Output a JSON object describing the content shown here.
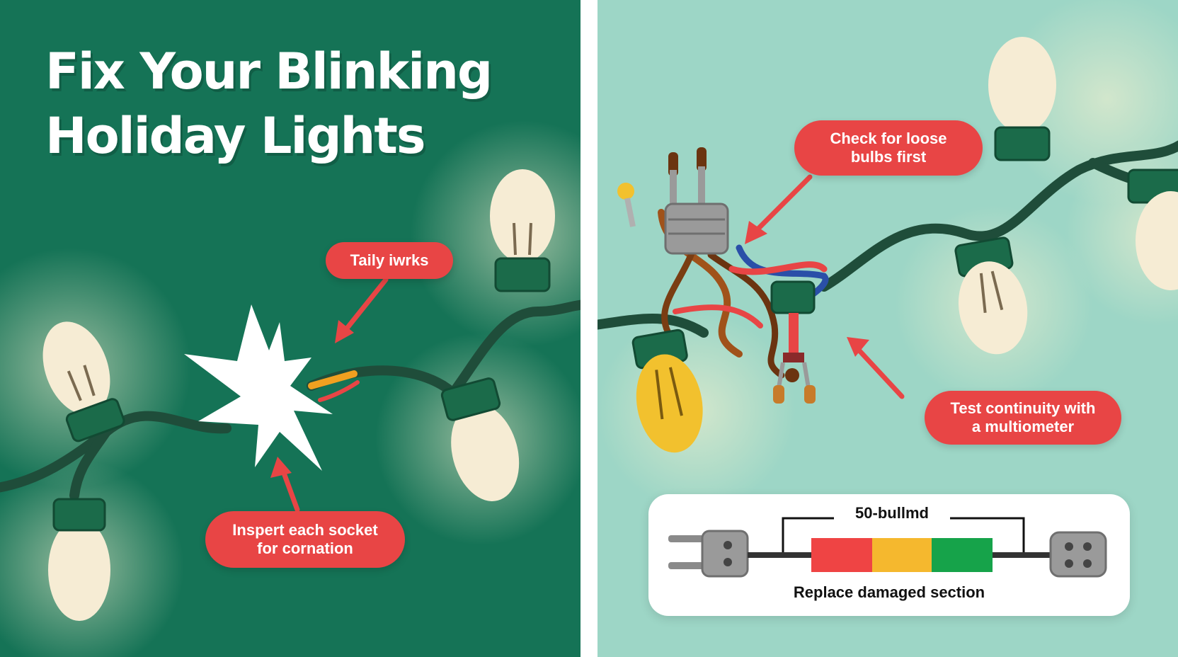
{
  "title": {
    "line1": "Fix Your Blinking",
    "line2": "Holiday Lights"
  },
  "callouts": {
    "loose_bulbs": {
      "line1": "Check for loose",
      "line2": "bulbs first"
    },
    "taily_works": {
      "line1": "Taily iwrks"
    },
    "inspect_socket": {
      "line1": "Inspert each socket",
      "line2": "for cornation"
    },
    "continuity": {
      "line1": "Test continuity with",
      "line2": "a multiometer"
    }
  },
  "replace_card": {
    "top_label": "50-bullmd",
    "caption": "Replace damaged section"
  },
  "colors": {
    "left_bg": "#157356",
    "right_bg": "#9dd6c6",
    "callout": "#e84545",
    "wire": "#1f4d3a",
    "socket": "#1b6b4a",
    "bulb": "#f6ecd4",
    "bulb_lit": "#f2c12e",
    "segment_red": "#ef4444",
    "segment_yellow": "#f5b82e",
    "segment_green": "#16a34a"
  },
  "icons": [
    "bulb-icon",
    "plug-icon",
    "broken-wire-icon",
    "multimeter-probe-icon",
    "socket-outlet-icon"
  ]
}
